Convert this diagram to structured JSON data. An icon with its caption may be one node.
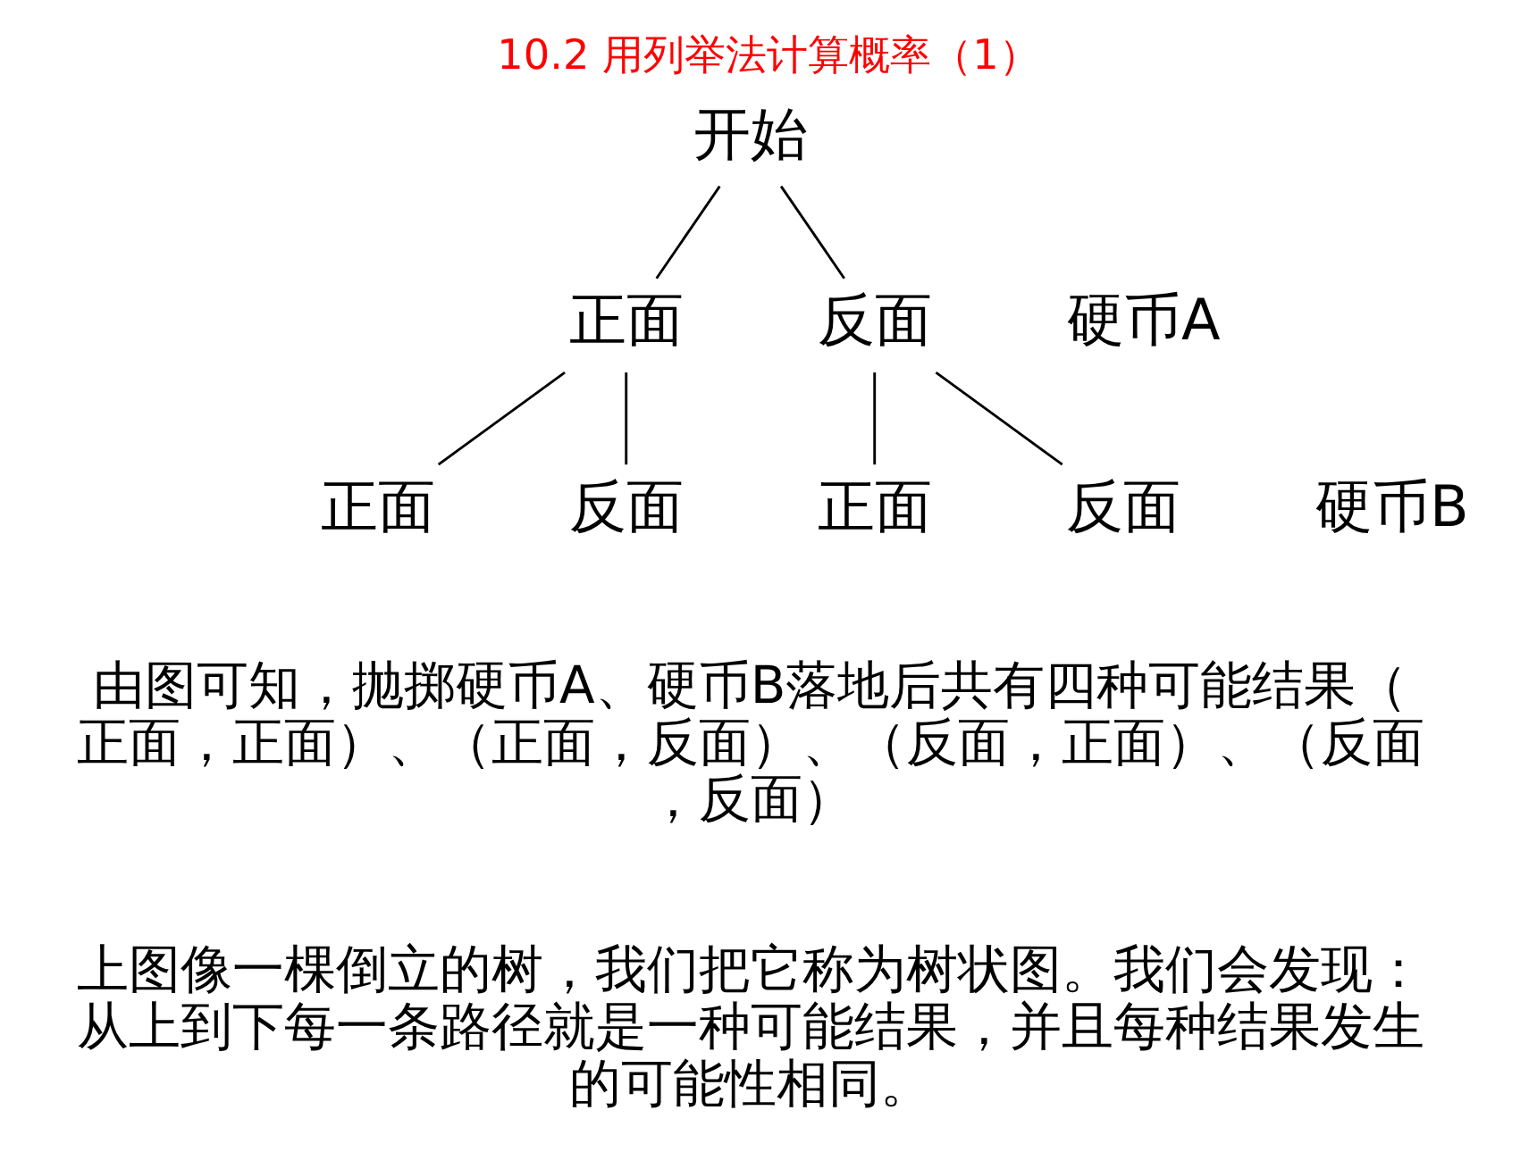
{
  "diagram": {
    "title": "10.2 用列举法计算概率（1）",
    "nodes": [
      {
        "text": [
          "开始"
        ]
      },
      {
        "text": [
          "正面"
        ]
      },
      {
        "text": [
          "反面"
        ]
      },
      {
        "text": [
          "正面"
        ]
      },
      {
        "text": [
          "反面"
        ]
      },
      {
        "text": [
          "正面"
        ]
      },
      {
        "text": [
          "反面"
        ]
      }
    ],
    "edges": [
      {
        "from": 0,
        "to": 1,
        "arrow": "none"
      },
      {
        "from": 0,
        "to": 2,
        "arrow": "none"
      },
      {
        "from": 1,
        "to": 3,
        "arrow": "none"
      },
      {
        "from": 1,
        "to": 4,
        "arrow": "none"
      },
      {
        "from": 2,
        "to": 5,
        "arrow": "none"
      },
      {
        "from": 2,
        "to": 6,
        "arrow": "none"
      }
    ],
    "labels": [
      "硬币A",
      "硬币B",
      "由图可知，抛掷硬币A、硬币B落地后共有四种可能结果（正面，正面）、（正面，反面）、（反面，正面）、（反面，反面）",
      "上图像一棵倒立的树，我们把它称为树状图。我们会发现：从上到下每一条路径就是一种可能结果，并且每种结果发生的可能性相同。"
    ]
  }
}
